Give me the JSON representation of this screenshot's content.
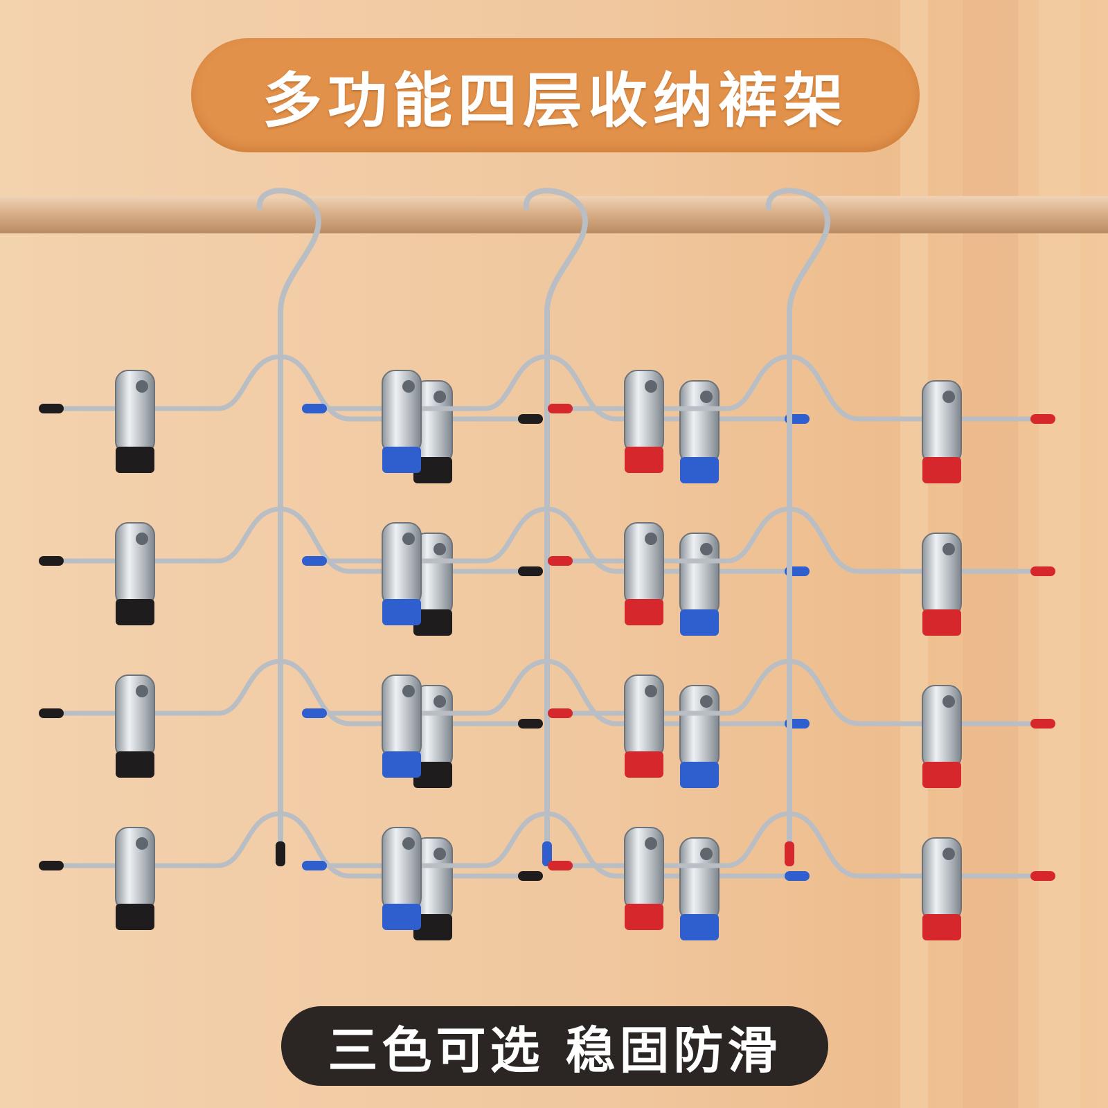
{
  "title": "多功能四层收纳裤架",
  "subtitle": "三色可选 稳固防滑",
  "colors": {
    "title_pill": "#e2914a",
    "subtitle_pill": "#2b2523",
    "background": "#f1c9a0",
    "rail": "#dcb795",
    "steel": "#b9bec4",
    "black_accent": "#1e1c1c",
    "blue_accent": "#2f5fcf",
    "red_accent": "#d6282c"
  },
  "hanger_colors": [
    "black",
    "blue",
    "red"
  ],
  "tiers_per_hanger": 4
}
